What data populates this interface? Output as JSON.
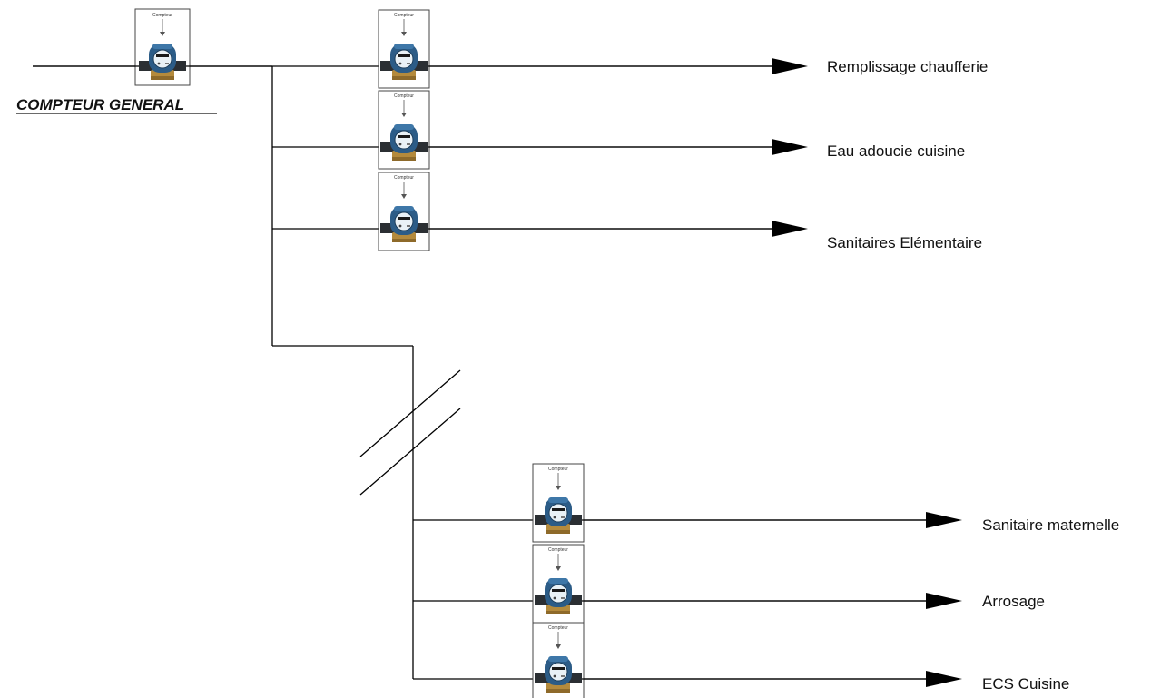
{
  "main_label": "COMPTEUR GENERAL",
  "meter_title": "Compteur",
  "branches": [
    {
      "label": "Remplissage chaufferie"
    },
    {
      "label": "Eau adoucie cuisine"
    },
    {
      "label": "Sanitaires Elémentaire"
    },
    {
      "label": "Sanitaire maternelle"
    },
    {
      "label": "Arrosage"
    },
    {
      "label": "ECS Cuisine"
    }
  ]
}
